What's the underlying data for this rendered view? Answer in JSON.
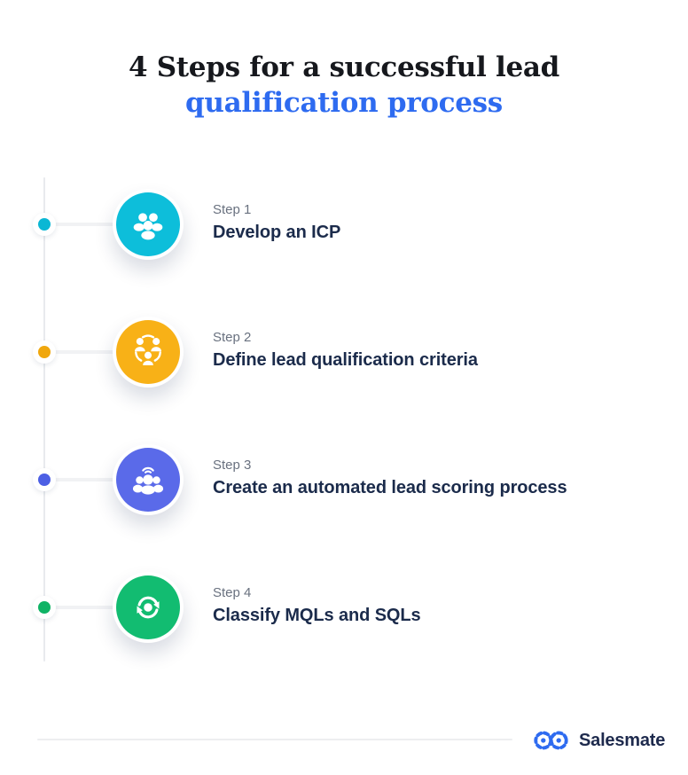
{
  "title": {
    "line1": "4 Steps for a successful lead",
    "line2": "qualification process",
    "line2_color": "#2e6bf0"
  },
  "steps": [
    {
      "label": "Step 1",
      "title": "Develop an ICP",
      "circle_color": "#0dbeda",
      "dot_color": "#0bb7d4",
      "icon": "people-group-icon"
    },
    {
      "label": "Step 2",
      "title": "Define lead qualification criteria",
      "circle_color": "#f8b117",
      "dot_color": "#f0a70d",
      "icon": "team-network-icon"
    },
    {
      "label": "Step 3",
      "title": "Create an automated lead scoring process",
      "circle_color": "#5a6ae9",
      "dot_color": "#4c5fe4",
      "icon": "audience-broadcast-icon"
    },
    {
      "label": "Step 4",
      "title": "Classify MQLs and SQLs",
      "circle_color": "#12bc71",
      "dot_color": "#0fb365",
      "icon": "sync-arrows-icon"
    }
  ],
  "footer": {
    "brand": "Salesmate",
    "logo_color": "#2e6bf0"
  }
}
